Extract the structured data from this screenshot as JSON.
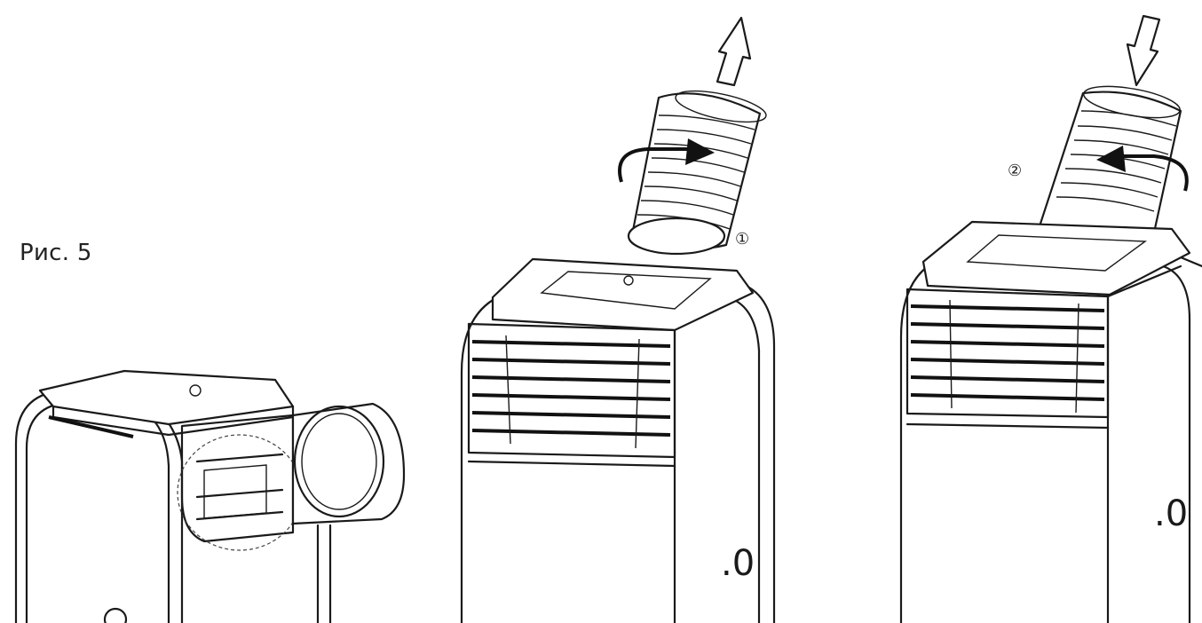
{
  "figure": {
    "caption": "Рис. 5",
    "step_markers": [
      "①",
      "②"
    ],
    "display_text": ".0"
  }
}
